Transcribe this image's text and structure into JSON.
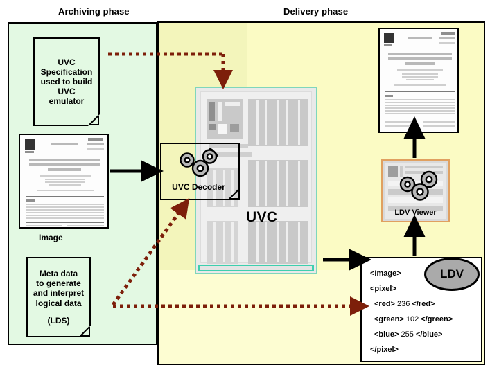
{
  "headings": {
    "archiving": "Archiving phase",
    "delivery": "Delivery phase"
  },
  "archiving_panel": {
    "spec_note": {
      "lines": [
        "UVC",
        "Specification",
        "used to build",
        "UVC",
        "emulator"
      ]
    },
    "image_caption": "Image",
    "meta_note": {
      "lines": [
        "Meta data",
        "to generate",
        "and interpret",
        "logical data"
      ],
      "abbrev": "(LDS)"
    }
  },
  "delivery_panel": {
    "server_label": "UVC",
    "decoder_label": "UVC Decoder",
    "viewer_label": "LDV Viewer",
    "ldv_badge": "LDV",
    "xml": {
      "lines": [
        {
          "open": "<Image>",
          "value": "",
          "close": "",
          "indent": 0
        },
        {
          "open": "<pixel>",
          "value": "",
          "close": "",
          "indent": 0
        },
        {
          "open": "<red>",
          "value": "236",
          "close": "</red>",
          "indent": 1
        },
        {
          "open": "<green>",
          "value": "102",
          "close": "</green>",
          "indent": 1
        },
        {
          "open": "<blue>",
          "value": "255",
          "close": "</blue>",
          "indent": 1
        },
        {
          "open": "</pixel>",
          "value": "",
          "close": "",
          "indent": 0
        }
      ]
    }
  },
  "colors": {
    "archiving_fill": "#e3f9e3",
    "delivery_fill": "#fbfbc4",
    "dotted_arrow": "#7d1f0a",
    "solid_arrow": "#000000",
    "server_border": "#7fd6bb",
    "viewer_border": "#e0a060",
    "ldv_badge_fill": "#aaaaaa"
  },
  "icons": {
    "gears_decoder": "gears-icon",
    "gears_viewer": "gears-icon",
    "dogear": "folded-corner-icon"
  }
}
